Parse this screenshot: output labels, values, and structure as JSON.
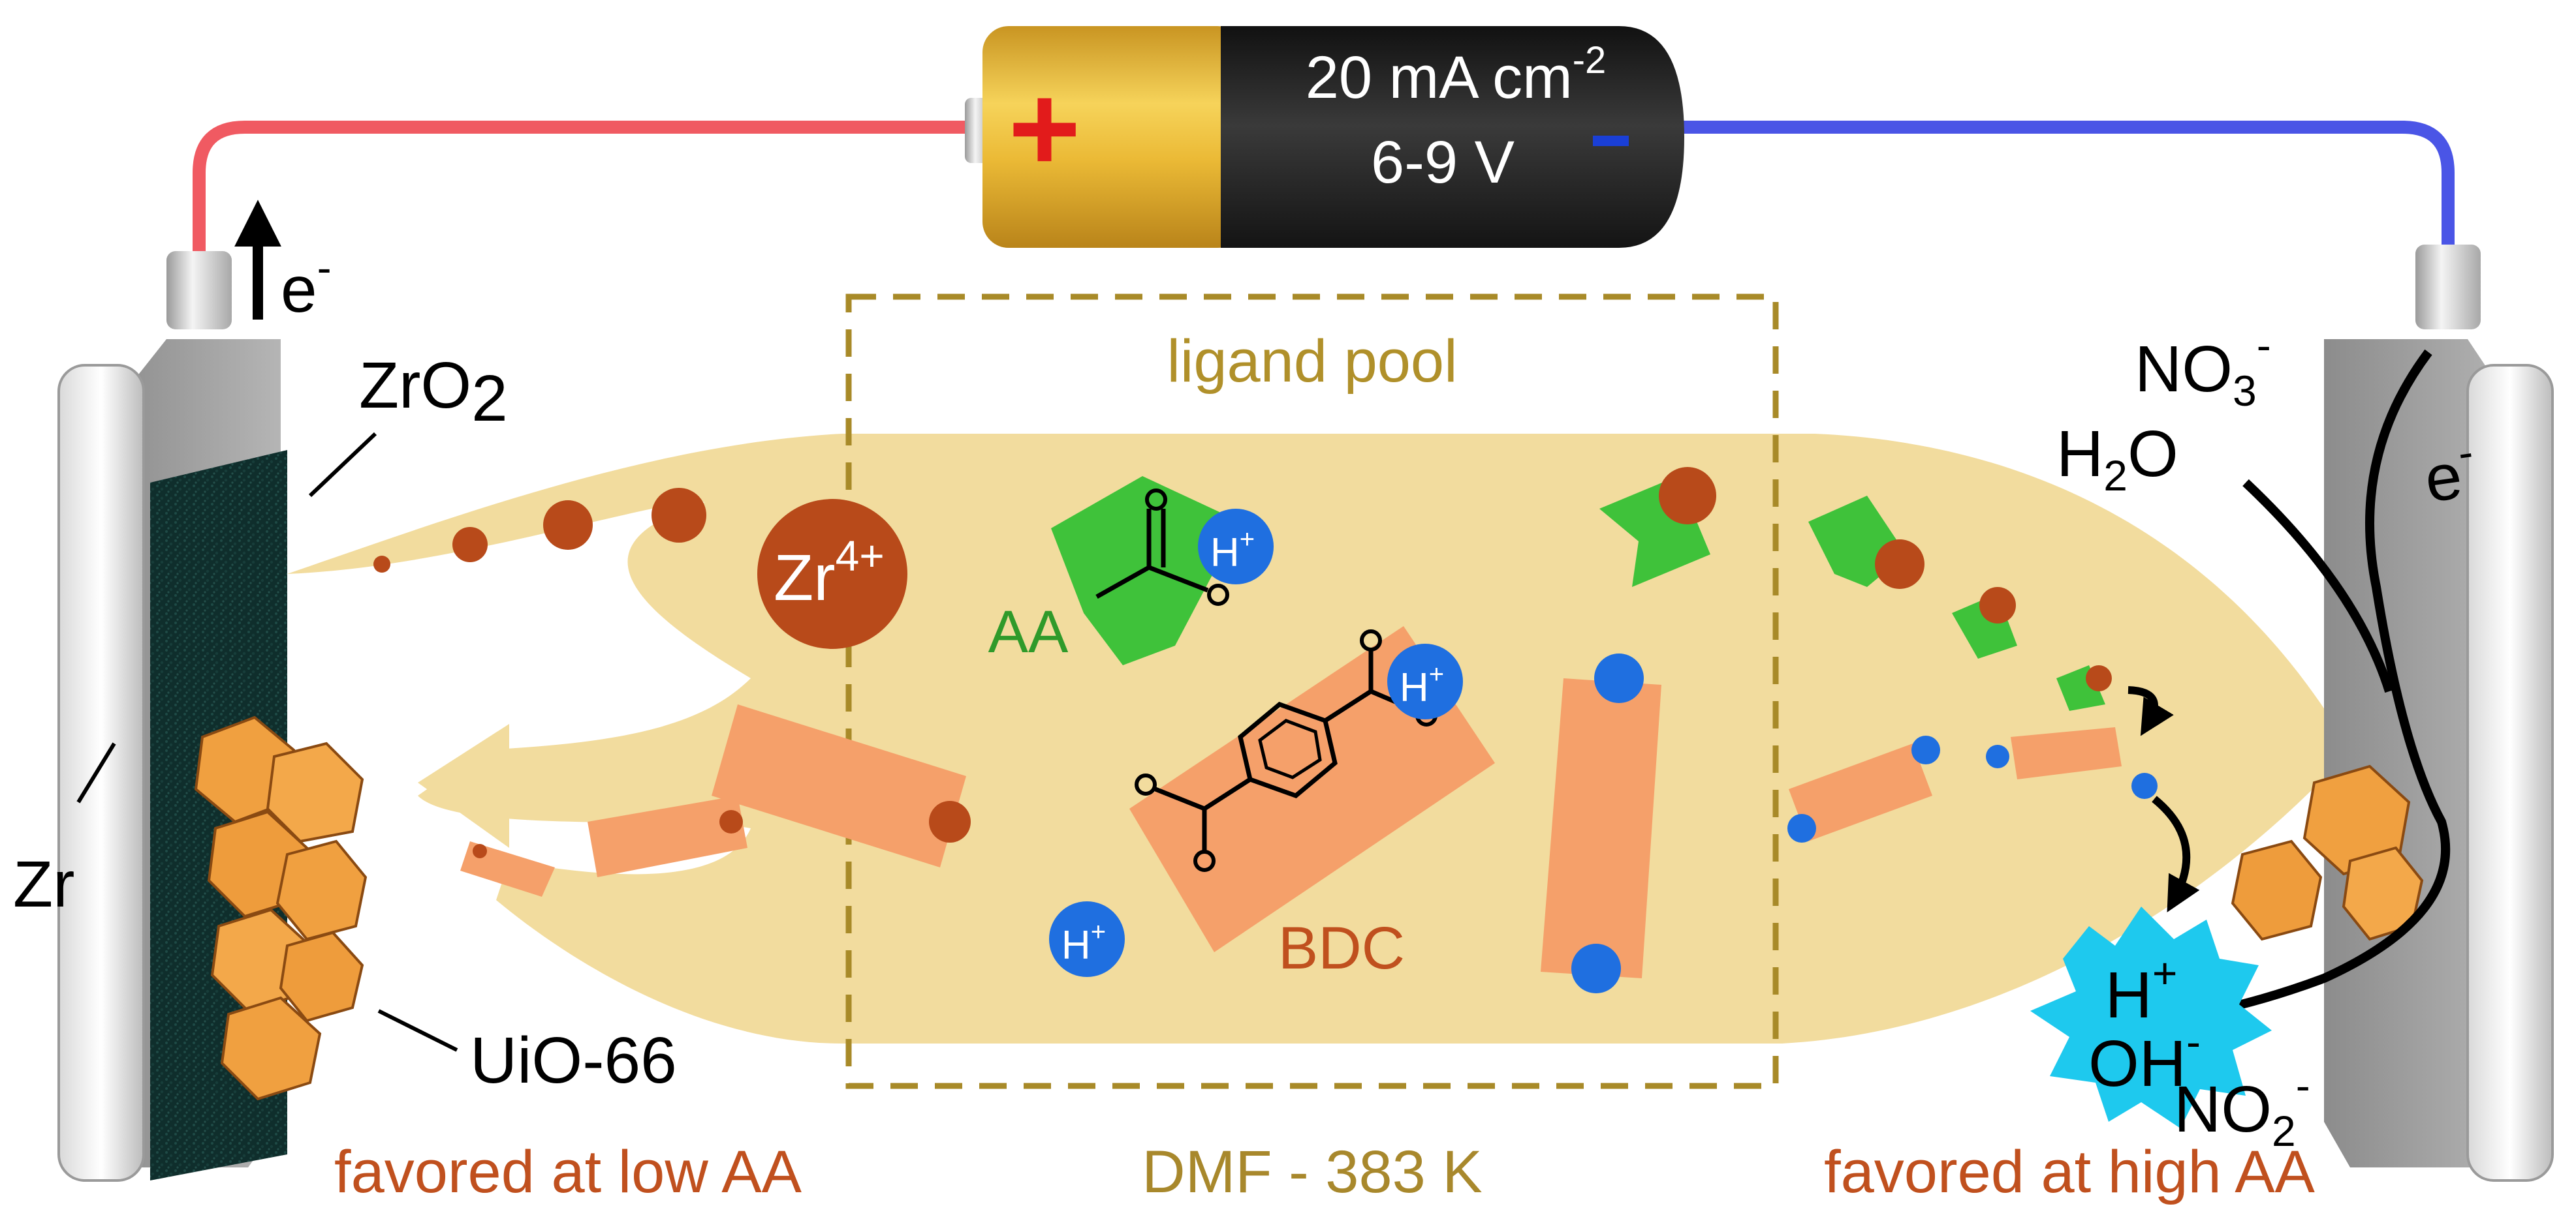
{
  "battery": {
    "current": "20 mA cm",
    "current_exp": "-2",
    "voltage": "6-9 V",
    "plus_symbol": "+",
    "minus_symbol": "-"
  },
  "anode": {
    "electron": "e",
    "electron_sup": "-",
    "oxide": "ZrO",
    "oxide_sub": "2",
    "metal": "Zr",
    "mof": "UiO-66",
    "note": "favored at low AA"
  },
  "pool": {
    "title": "ligand pool",
    "solvent": "DMF - 383 K",
    "zr_ion": "Zr",
    "zr_charge": "4+",
    "acetic_acid": "AA",
    "bdc": "BDC",
    "proton": "H",
    "proton_sup": "+"
  },
  "cathode": {
    "nitrate": "NO",
    "nitrate_sub": "3",
    "nitrate_sup": "-",
    "water": "H",
    "water_sub": "2",
    "water_tail": "O",
    "electron": "e",
    "electron_sup": "-",
    "proton": "H",
    "proton_sup": "+",
    "hydroxide": "OH",
    "hydroxide_sup": "-",
    "nitrite": "NO",
    "nitrite_sub": "2",
    "nitrite_sup": "-",
    "note": "favored at high AA"
  },
  "colors": {
    "pool_fill": "#f2dc9e",
    "pool_border": "#a88a28",
    "ion_brown": "#b84a1a",
    "acid_green": "#3fc23a",
    "bdc_orange": "#f5a06a",
    "proton_blue": "#1f6fe0",
    "wire_red": "#f05a62",
    "wire_blue": "#4a55e6",
    "battery_gold": "#e8b838",
    "battery_black": "#222222",
    "burst_cyan": "#1ec9ee",
    "mof_orange": "#f0a040",
    "label_orange": "#c0501e",
    "label_gold": "#a8882c",
    "label_green": "#2f9a2a"
  }
}
